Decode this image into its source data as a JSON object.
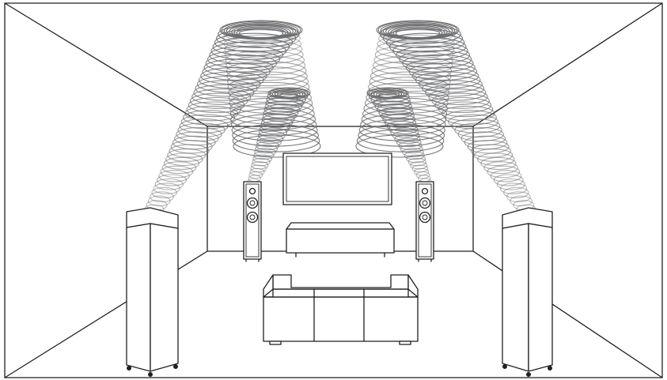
{
  "scene": {
    "colors": {
      "line": "#231f20",
      "wave": "#6d6e71",
      "background": "#ffffff"
    },
    "speakers": {
      "front_left": "tower-speaker",
      "front_right": "tower-speaker",
      "surround_left": "tower-speaker",
      "surround_right": "tower-speaker"
    },
    "objects": [
      "screen",
      "center-speaker",
      "sofa",
      "room"
    ],
    "sound_beams": [
      {
        "source": "front-left",
        "direction": "ceiling-reflection"
      },
      {
        "source": "front-right",
        "direction": "ceiling-reflection"
      },
      {
        "source": "surround-left",
        "direction": "ceiling-reflection"
      },
      {
        "source": "surround-right",
        "direction": "ceiling-reflection"
      }
    ]
  }
}
